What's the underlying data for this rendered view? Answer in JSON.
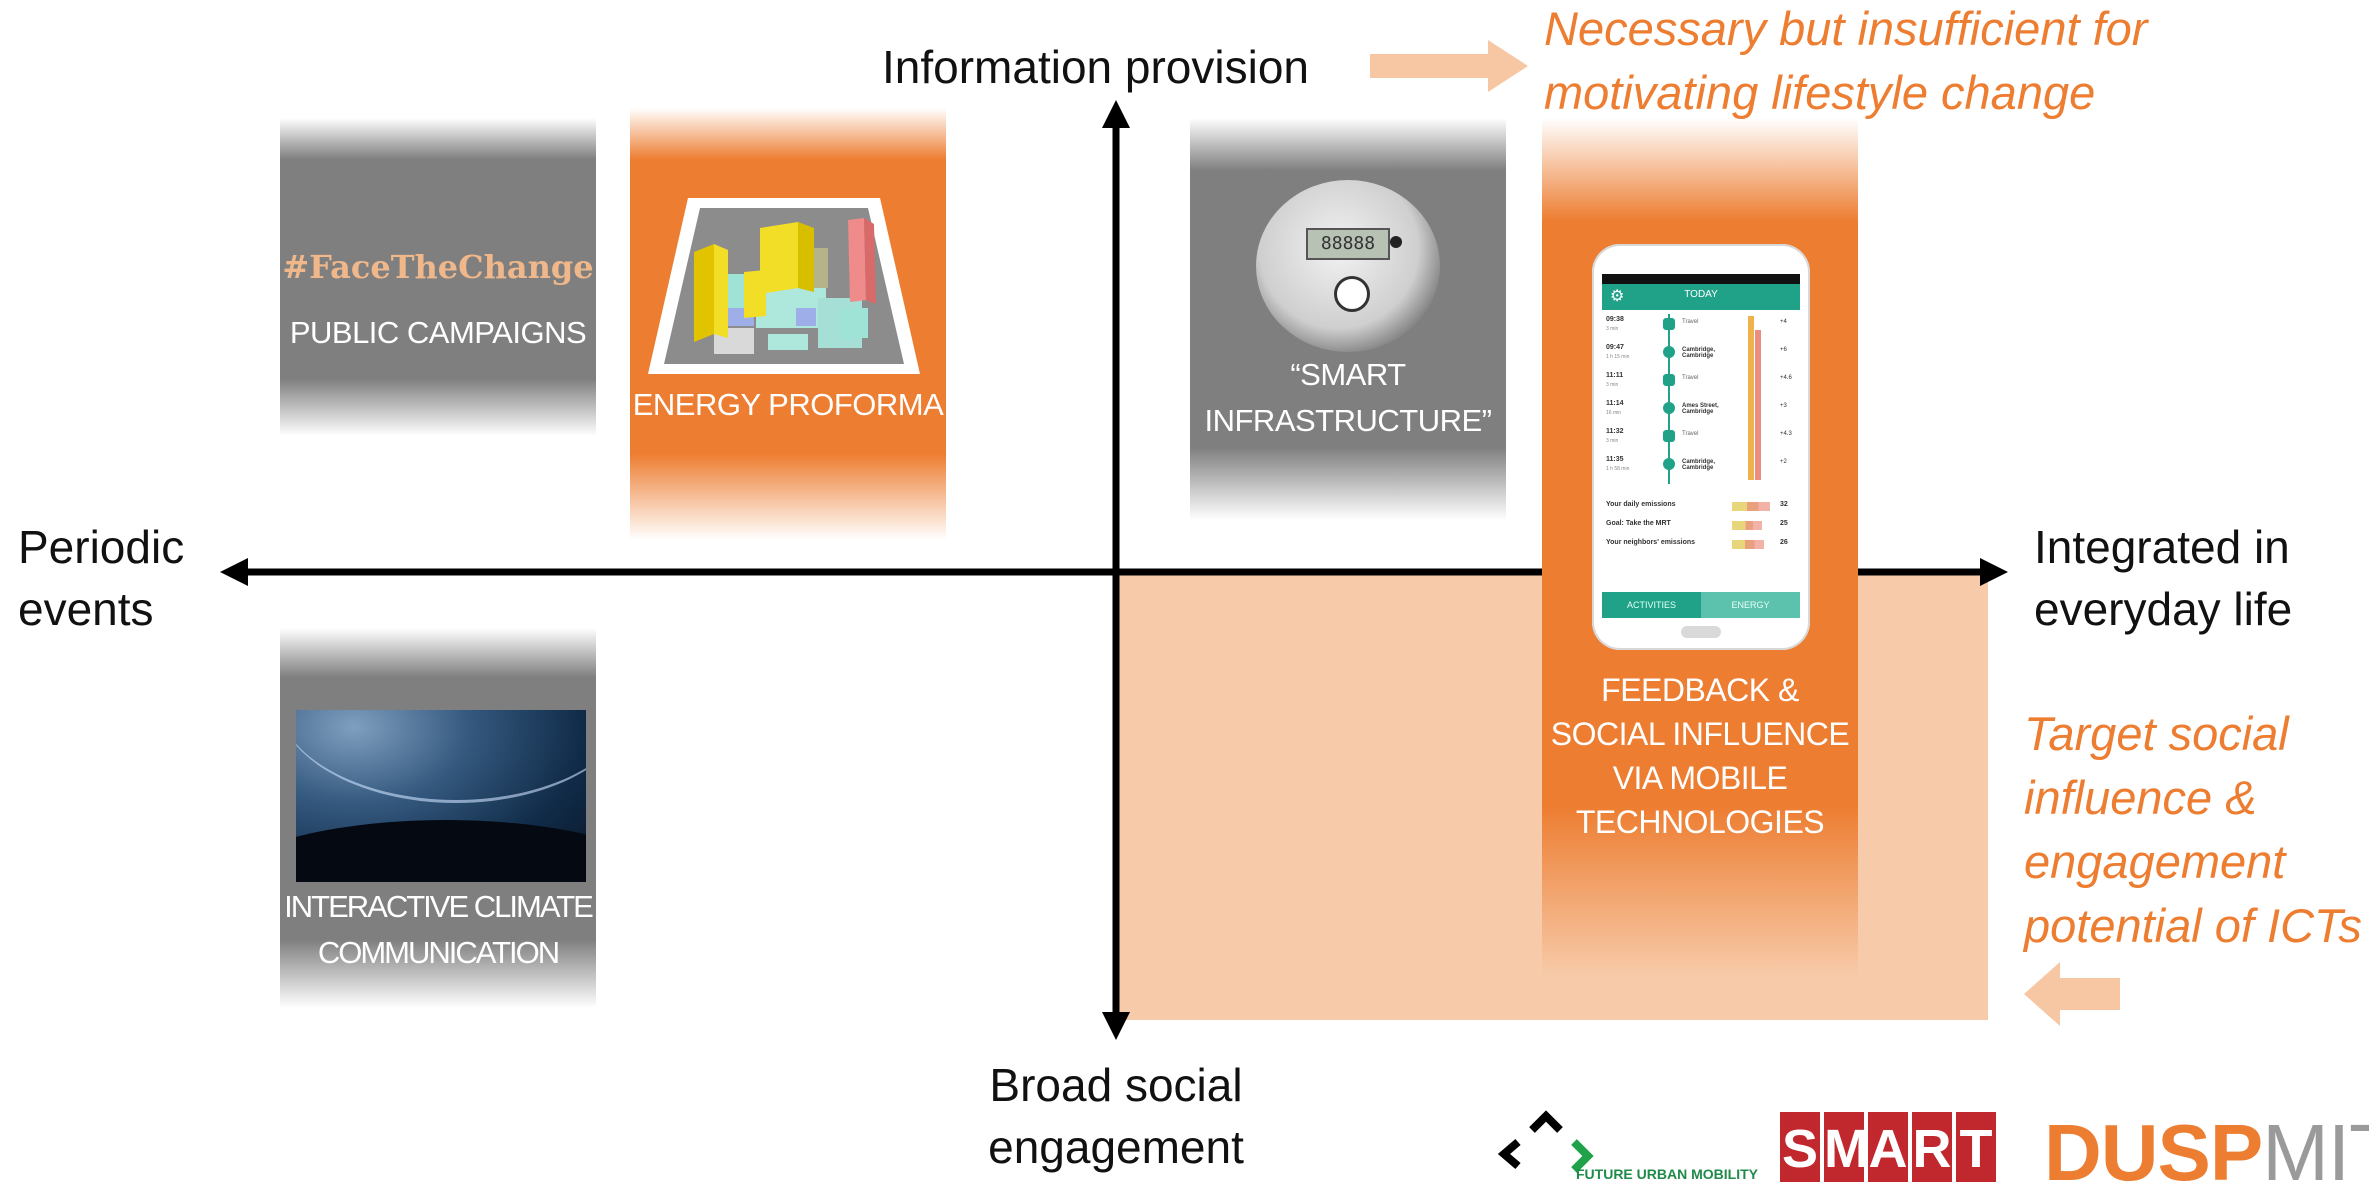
{
  "axes": {
    "top": "Information provision",
    "bottom_line1": "Broad social",
    "bottom_line2": "engagement",
    "left_line1": "Periodic",
    "left_line2": "events",
    "right_line1": "Integrated in",
    "right_line2": "everyday life"
  },
  "notes": {
    "top_line1": "Necessary but insufficient for",
    "top_line2": "motivating lifestyle change",
    "right_line1": "Target social",
    "right_line2": "influence &",
    "right_line3": "engagement",
    "right_line4": "potential of ICTs"
  },
  "cards": {
    "public_campaigns": {
      "hashtag": "#FaceTheChange",
      "label": "PUBLIC CAMPAIGNS"
    },
    "energy_proforma": {
      "label": "ENERGY PROFORMA"
    },
    "smart_infrastructure": {
      "line1": "“SMART",
      "line2": "INFRASTRUCTURE”",
      "meter_text": "88888"
    },
    "interactive_climate": {
      "line1": "INTERACTIVE CLIMATE",
      "line2": "COMMUNICATION"
    },
    "feedback": {
      "line1": "FEEDBACK &",
      "line2": "SOCIAL INFLUENCE",
      "line3": "VIA MOBILE",
      "line4": "TECHNOLOGIES"
    }
  },
  "phone": {
    "header": "TODAY",
    "timeline": [
      {
        "time": "09:38",
        "sub": "3 min",
        "place": "Travel",
        "val": "+4"
      },
      {
        "time": "09:47",
        "sub": "1 h 15 min",
        "place": "Cambridge, Cambridge",
        "val": "+6"
      },
      {
        "time": "11:11",
        "sub": "3 min",
        "place": "Travel",
        "val": "+4.6"
      },
      {
        "time": "11:14",
        "sub": "16 min",
        "place": "Ames Street, Cambridge",
        "val": "+3"
      },
      {
        "time": "11:32",
        "sub": "3 min",
        "place": "Travel",
        "val": "+4.3"
      },
      {
        "time": "11:35",
        "sub": "1 h 58 min",
        "place": "Cambridge, Cambridge",
        "val": "+2"
      }
    ],
    "stats": [
      {
        "label": "Your daily emissions",
        "value": "32"
      },
      {
        "label": "Goal: Take the MRT",
        "value": "25"
      },
      {
        "label": "Your neighbors' emissions",
        "value": "26"
      }
    ],
    "tab_activities": "ACTIVITIES",
    "tab_energy": "ENERGY"
  },
  "logos": {
    "fum_text": "FUTURE URBAN MOBILITY",
    "smart_letters": [
      "S",
      "M",
      "A",
      "R",
      "T"
    ],
    "dusp": "DUSP",
    "mit": "MIT"
  },
  "colors": {
    "orange": "#ed7d31",
    "peach": "#f7cbaa",
    "gray": "#7f7f7f",
    "teal": "#1fa288",
    "smart_red": "#c0282e"
  }
}
